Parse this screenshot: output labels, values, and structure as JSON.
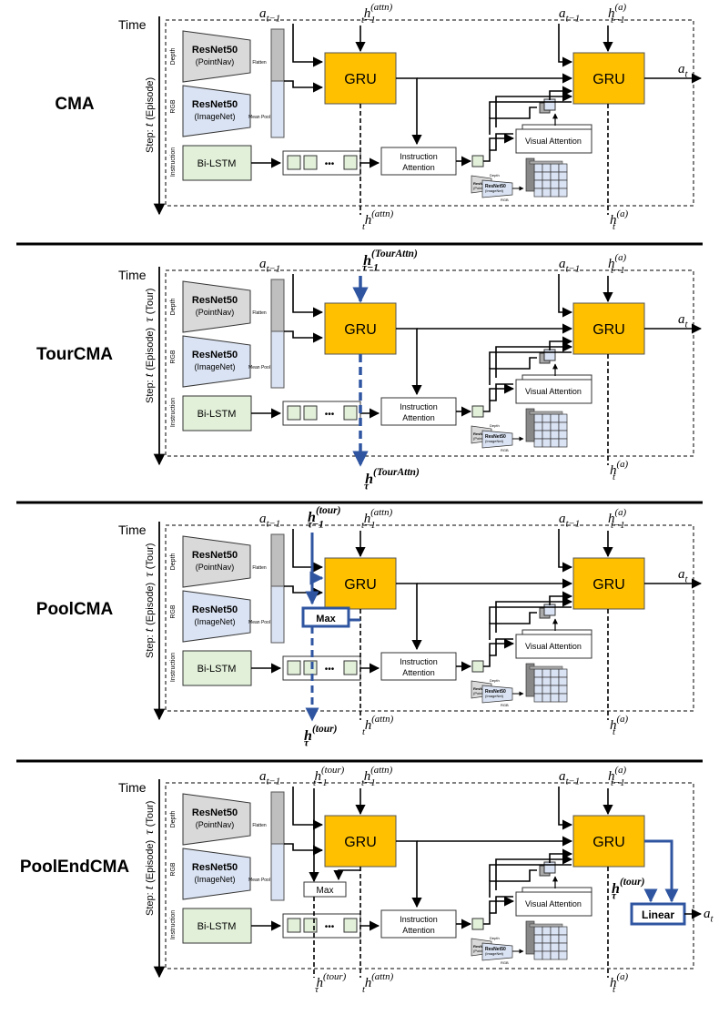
{
  "panels": [
    {
      "name": "CMA",
      "axis_time": "Time",
      "axis_step": "Step:",
      "axis_episode": "(Episode)",
      "axis_episode_var": "t",
      "axis_tour": "",
      "axis_tour_var": "",
      "hidden_in_attn": "h(attn) t−1",
      "hidden_out_attn": "h(attn) t",
      "tour_in": "",
      "tour_out": "",
      "pool_label": "",
      "linear_label": "",
      "action_prev": "a t−1",
      "hidden_in_a": "h(a) t−1",
      "hidden_out_a": "h(a) t",
      "action_out": "a t"
    },
    {
      "name": "TourCMA",
      "axis_time": "Time",
      "axis_step": "Step:",
      "axis_episode": "(Episode)",
      "axis_episode_var": "t",
      "axis_tour": "(Tour)",
      "axis_tour_var": "τ",
      "hidden_in_attn": "",
      "hidden_out_attn": "",
      "tour_in": "h(TourAttn) τ−1",
      "tour_out": "h(TourAttn) τ",
      "pool_label": "",
      "linear_label": "",
      "action_prev": "a t−1",
      "hidden_in_a": "h(a) t−1",
      "hidden_out_a": "h(a) t",
      "action_out": "a t"
    },
    {
      "name": "PoolCMA",
      "axis_time": "Time",
      "axis_step": "Step:",
      "axis_episode": "(Episode)",
      "axis_episode_var": "t",
      "axis_tour": "(Tour)",
      "axis_tour_var": "τ",
      "hidden_in_attn": "h(attn) t−1",
      "hidden_out_attn": "h(attn) t",
      "tour_in": "h(tour) τ−1",
      "tour_out": "h(tour) τ",
      "pool_label": "Max",
      "linear_label": "",
      "action_prev": "a t−1",
      "hidden_in_a": "h(a) t−1",
      "hidden_out_a": "h(a) t",
      "action_out": "a t"
    },
    {
      "name": "PoolEndCMA",
      "axis_time": "Time",
      "axis_step": "Step:",
      "axis_episode": "(Episode)",
      "axis_episode_var": "t",
      "axis_tour": "(Tour)",
      "axis_tour_var": "τ",
      "hidden_in_attn": "h(attn) t−1",
      "hidden_out_attn": "h(attn) t",
      "tour_in": "h(tour) t−1",
      "tour_out": "h(tour) τ",
      "pool_label": "Max",
      "linear_label": "Linear",
      "action_prev": "a t−1",
      "hidden_in_a": "h(a) t−1",
      "hidden_out_a": "h(a) t",
      "action_out": "a t"
    }
  ],
  "blocks": {
    "depth_label": "Depth",
    "rgb_label": "RGB",
    "instruction_label": "Instruction",
    "depth_encoder": "ResNet50",
    "depth_encoder_sub": "(PointNav)",
    "rgb_encoder": "ResNet50",
    "rgb_encoder_sub": "(ImageNet)",
    "flatten": "Flatten",
    "mean_pool": "Mean Pool",
    "bilstm": "Bi-LSTM",
    "ellipsis": "•••",
    "gru": "GRU",
    "instruction_attention_1": "Instruction",
    "instruction_attention_2": "Attention",
    "visual_attention": "Visual Attention",
    "mini_depth": "Depth",
    "mini_rgb": "RGB",
    "mini_resnet": "ResNet50",
    "mini_resnet_sub": "(ImageNet)",
    "mini_resnet_back": "ResN",
    "mini_resnet_back_sub": "(Point"
  },
  "colors": {
    "gru": "#FFC000",
    "depth_fill": "#D9D9D9",
    "rgb_fill": "#DAE3F3",
    "bilstm_fill": "#E2F0D9",
    "highlight": "#2F55A1",
    "grid_cell": "#DAE3F3",
    "flatten_bar": "#BFBFBF"
  }
}
